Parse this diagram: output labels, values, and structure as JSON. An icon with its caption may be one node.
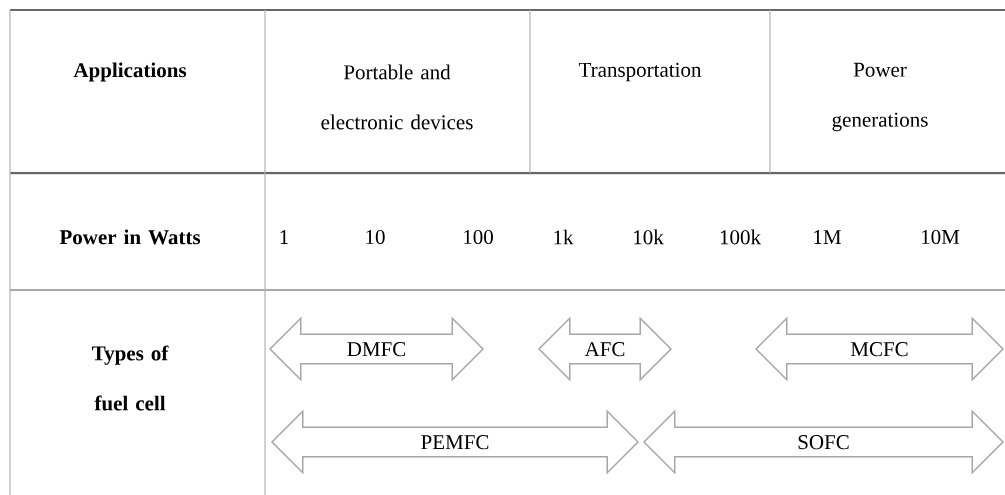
{
  "diagram": {
    "nodes": [
      {
        "text": [
          "DMFC"
        ]
      },
      {
        "text": [
          "AFC"
        ]
      },
      {
        "text": [
          "MCFC"
        ]
      },
      {
        "text": [
          "PEMFC"
        ]
      },
      {
        "text": [
          "SOFC"
        ]
      }
    ],
    "labels": [
      "Applications",
      "Portable and electronic devices",
      "Transportation",
      "Power generations",
      "Power in Watts",
      "1",
      "10",
      "100",
      "1k",
      "10k",
      "100k",
      "1M",
      "10M",
      "Types of fuel cell"
    ]
  }
}
